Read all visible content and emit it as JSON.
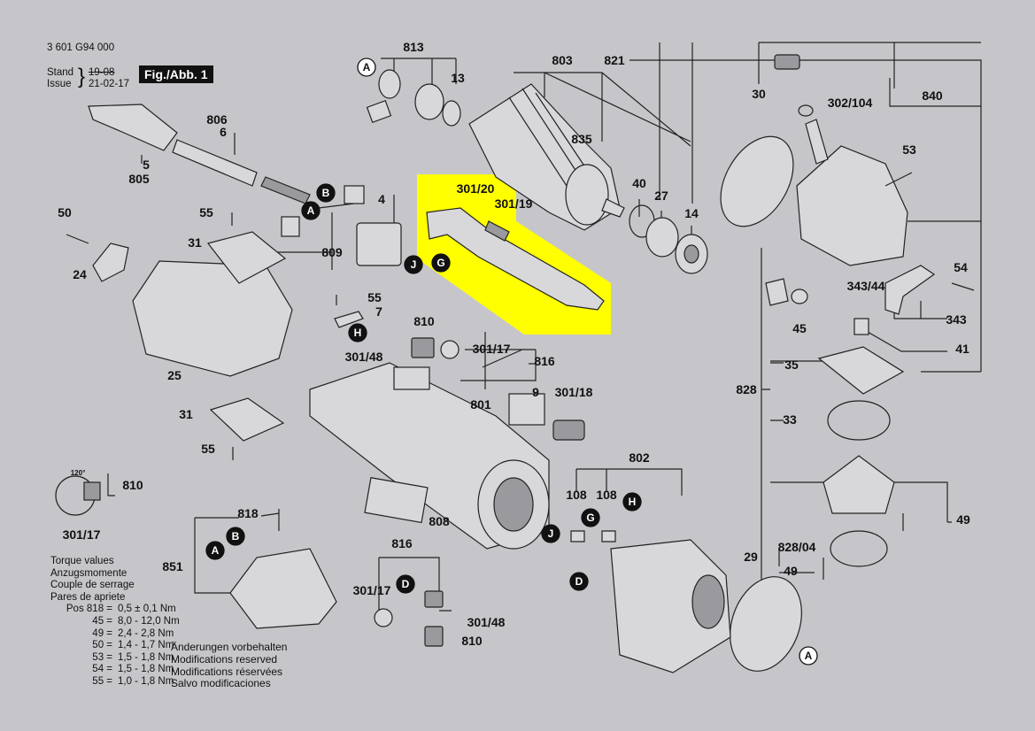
{
  "header": {
    "part_number": "3 601 G94 000",
    "stand_label": "Stand",
    "issue_label": "Issue",
    "old_date": "19-08",
    "issue_date": "21-02-17",
    "figure_label": "Fig./Abb. 1"
  },
  "highlight_color": "#ffff00",
  "callouts": [
    "813",
    "803",
    "821",
    "30",
    "302/104",
    "840",
    "13",
    "835",
    "806",
    "6",
    "5",
    "805",
    "301/20",
    "301/19",
    "40",
    "27",
    "14",
    "53",
    "4",
    "50",
    "55",
    "31",
    "24",
    "809",
    "54",
    "343/44",
    "343",
    "45",
    "41",
    "55",
    "7",
    "810",
    "301/17",
    "816",
    "301/48",
    "35",
    "828",
    "33",
    "25",
    "9",
    "301/18",
    "801",
    "31",
    "55",
    "802",
    "810",
    "108",
    "108",
    "808",
    "818",
    "301/17",
    "49",
    "851",
    "816",
    "29",
    "828/04",
    "49",
    "301/17",
    "301/48",
    "810",
    "120°"
  ],
  "markers": [
    "A",
    "B",
    "A",
    "J",
    "G",
    "H",
    "A",
    "B",
    "J",
    "G",
    "H",
    "D",
    "D",
    "A"
  ],
  "torque": {
    "titles": [
      "Torque values",
      "Anzugsmomente",
      "Couple de serrage",
      "Pares de apriete"
    ],
    "rows": [
      {
        "pos": "Pos 818 =",
        "value": "0,5 ± 0,1 Nm"
      },
      {
        "pos": "45 =",
        "value": "8,0 - 12,0 Nm"
      },
      {
        "pos": "49 =",
        "value": "2,4 - 2,8 Nm"
      },
      {
        "pos": "50 =",
        "value": "1,4 - 1,7 Nm"
      },
      {
        "pos": "53 =",
        "value": "1,5 - 1,8 Nm"
      },
      {
        "pos": "54 =",
        "value": "1,5 - 1,8 Nm"
      },
      {
        "pos": "55 =",
        "value": "1,0 - 1,8 Nm"
      }
    ]
  },
  "modifications": [
    "Änderungen vorbehalten",
    "Modifications reserved",
    "Modifications réservées",
    "Salvo modificaciones"
  ]
}
